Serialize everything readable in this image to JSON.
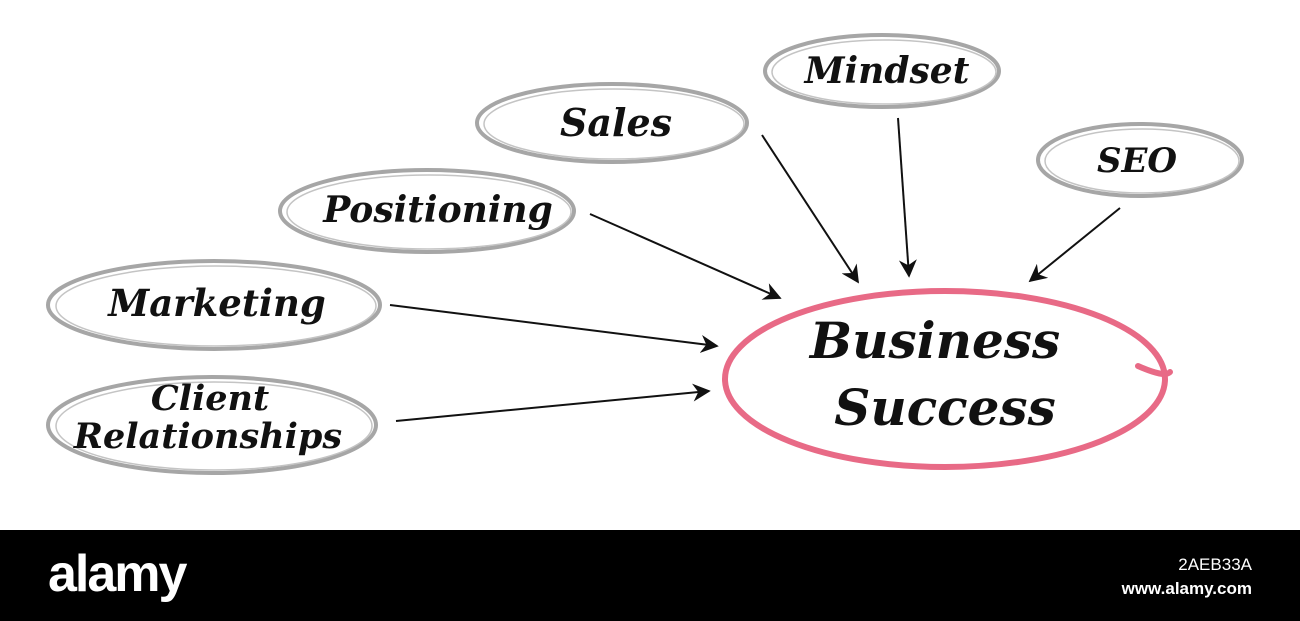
{
  "diagram": {
    "colors": {
      "node_outline": "#a6a6a6",
      "hub_outline": "#e86a86",
      "arrow": "#111111",
      "text": "#111111"
    },
    "nodes": {
      "sales": "Sales",
      "mindset": "Mindset",
      "seo": "SEO",
      "positioning": "Positioning",
      "marketing": "Marketing",
      "client_line1": "Client",
      "client_line2": "Relationships"
    },
    "hub": {
      "line1": "Business",
      "line2": "Success"
    }
  },
  "footer": {
    "brand": "alamy",
    "image_id": "2AEB33A",
    "url": "www.alamy.com"
  }
}
